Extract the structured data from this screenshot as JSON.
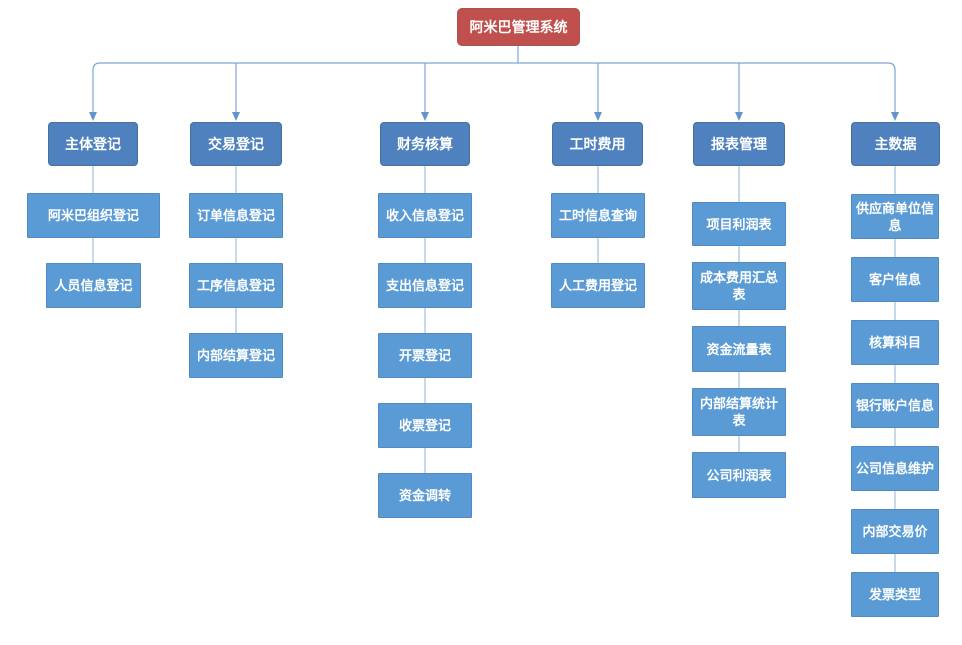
{
  "diagram": {
    "type": "org-chart",
    "root": {
      "label": "阿米巴管理系统"
    },
    "columns": [
      {
        "header": "主体登记",
        "children": [
          "阿米巴组织登记",
          "人员信息登记"
        ]
      },
      {
        "header": "交易登记",
        "children": [
          "订单信息登记",
          "工序信息登记",
          "内部结算登记"
        ]
      },
      {
        "header": "财务核算",
        "children": [
          "收入信息登记",
          "支出信息登记",
          "开票登记",
          "收票登记",
          "资金调转"
        ]
      },
      {
        "header": "工时费用",
        "children": [
          "工时信息查询",
          "人工费用登记"
        ]
      },
      {
        "header": "报表管理",
        "children": [
          "项目利润表",
          "成本费用汇总表",
          "资金流量表",
          "内部结算统计表",
          "公司利润表"
        ]
      },
      {
        "header": "主数据",
        "children": [
          "供应商单位信息",
          "客户信息",
          "核算科目",
          "银行账户信息",
          "公司信息维护",
          "内部交易价",
          "发票类型"
        ]
      }
    ],
    "colors": {
      "root_fill": "#c0504d",
      "header_fill": "#4e81bd",
      "child_fill": "#5b9bd5",
      "connector_line": "#7ea6d6",
      "arrowhead": "#6494cd",
      "text": "#ffffff",
      "background": "#ffffff"
    }
  }
}
